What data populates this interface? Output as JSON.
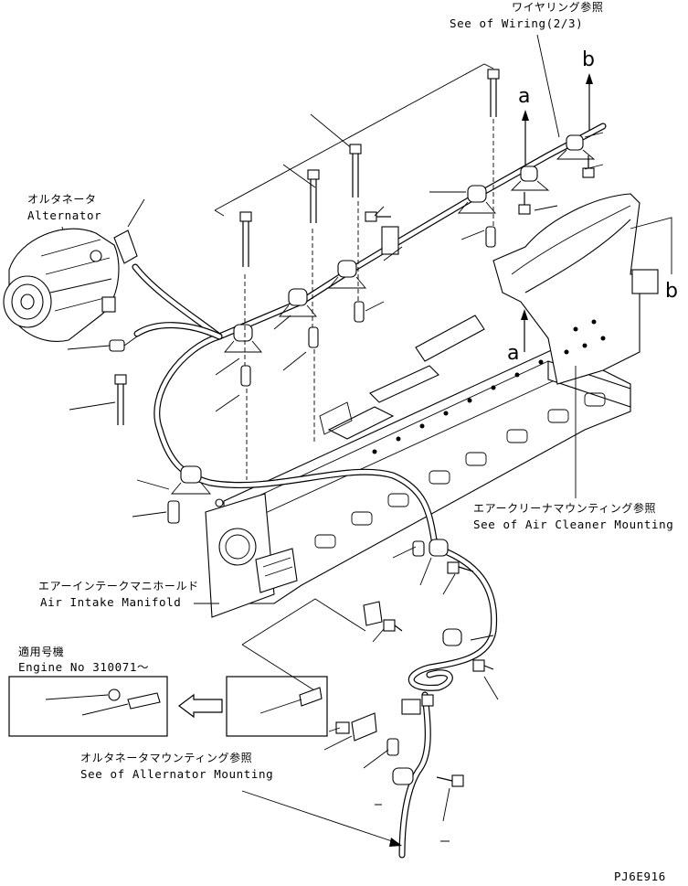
{
  "labels": {
    "wiring_ref_jp": "ワイヤリング参照",
    "wiring_ref_en": "See of Wiring(2/3)",
    "alternator_jp": "オルタネータ",
    "alternator_en": "Alternator",
    "air_cleaner_jp": "エアークリーナマウンティング参照",
    "air_cleaner_en": "See of Air Cleaner Mounting",
    "intake_jp": "エアーインテークマニホールド",
    "intake_en": "Air Intake Manifold",
    "applicable_jp": "適用号機",
    "engine_no": "Engine No 310071～",
    "alt_mount_jp": "オルタネータマウンティング参照",
    "alt_mount_en": "See of Allernator Mounting",
    "drawing_code": "PJ6E916"
  },
  "markers": {
    "a_upper": "a",
    "b_upper": "b",
    "a_lower": "a",
    "b_right": "b"
  }
}
